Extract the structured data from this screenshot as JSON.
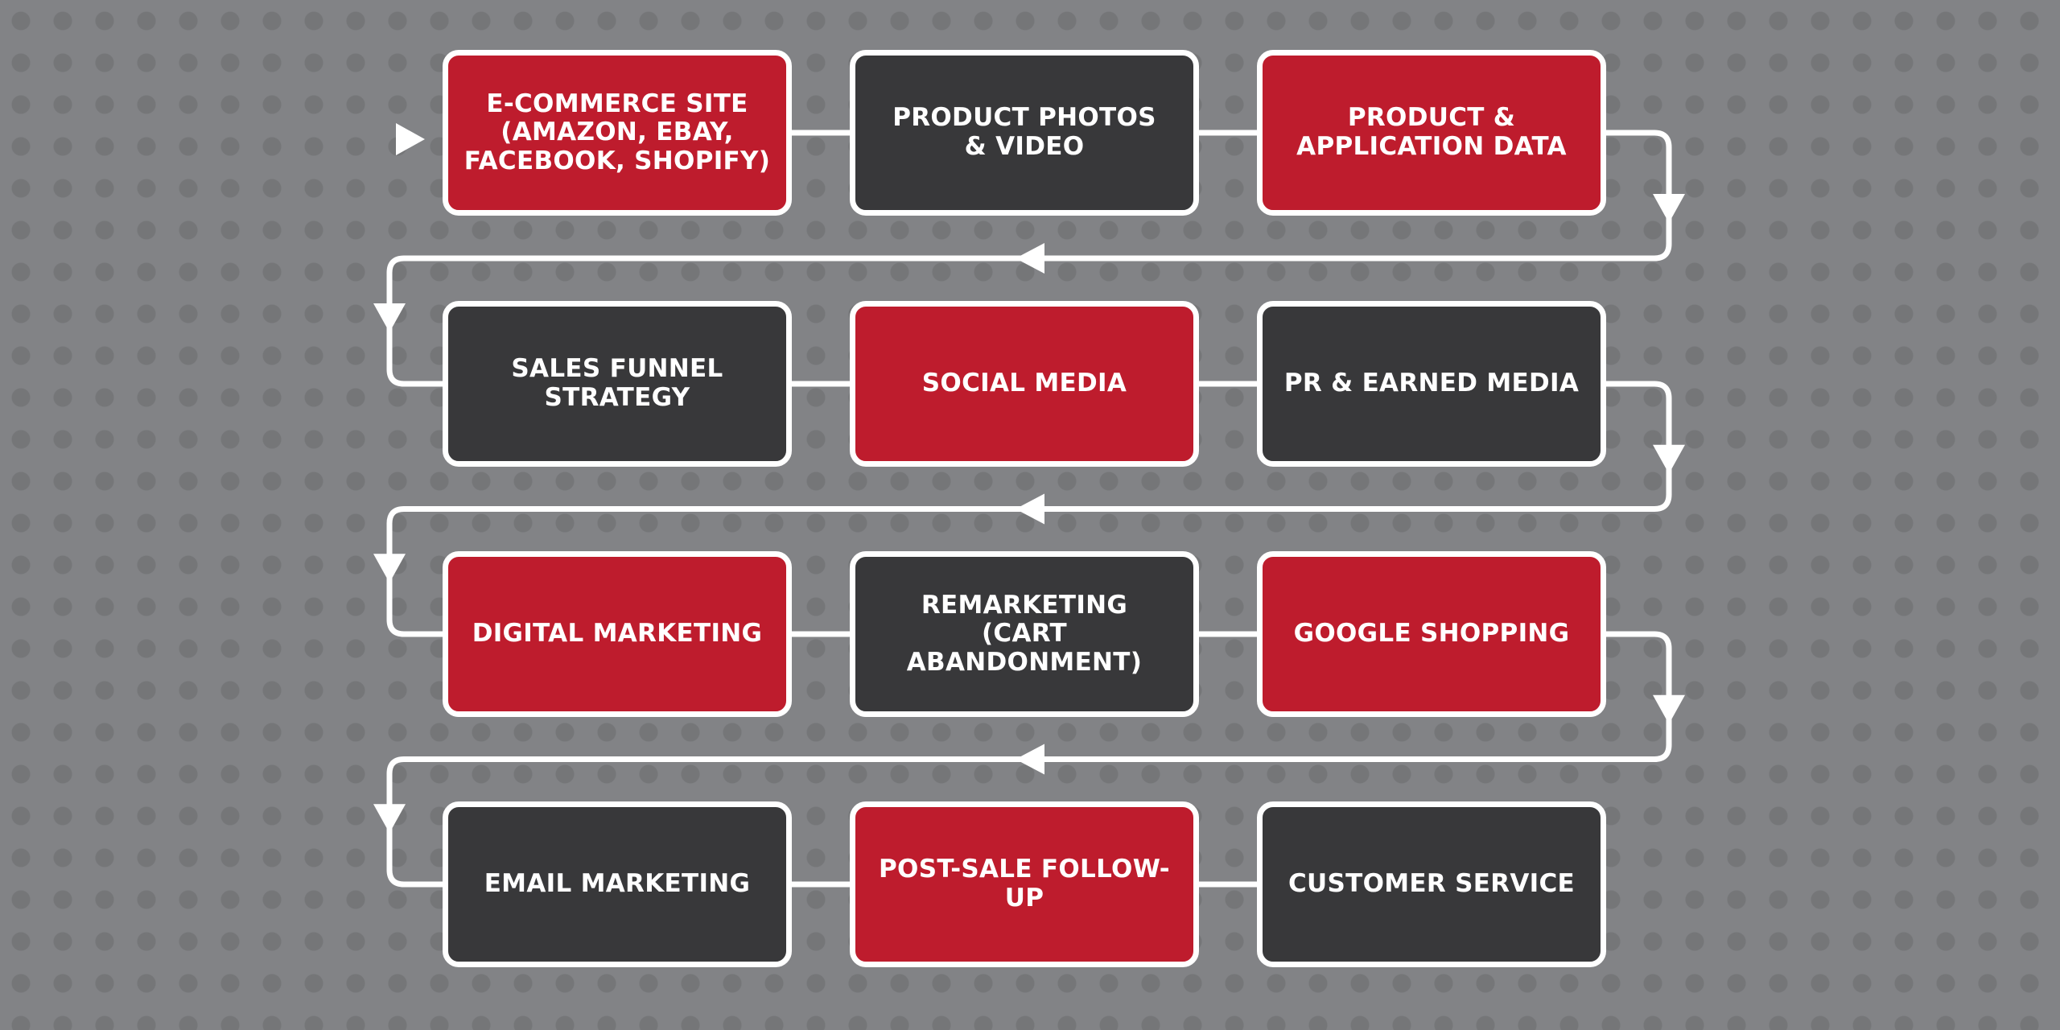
{
  "colors": {
    "background": "#828386",
    "red": "#be1c2d",
    "dark": "#38383a",
    "line": "#ffffff",
    "text": "#ffffff"
  },
  "flow": {
    "rows": [
      {
        "direction": "left-to-right",
        "steps": [
          {
            "label": "E-COMMERCE SITE\n(AMAZON, EBAY,\nFACEBOOK, SHOPIFY)",
            "color": "red"
          },
          {
            "label": "PRODUCT PHOTOS\n& VIDEO",
            "color": "dark"
          },
          {
            "label": "PRODUCT &\nAPPLICATION DATA",
            "color": "red"
          }
        ]
      },
      {
        "direction": "left-to-right",
        "steps": [
          {
            "label": "SALES FUNNEL\nSTRATEGY",
            "color": "dark"
          },
          {
            "label": "SOCIAL MEDIA",
            "color": "red"
          },
          {
            "label": "PR & EARNED MEDIA",
            "color": "dark"
          }
        ]
      },
      {
        "direction": "left-to-right",
        "steps": [
          {
            "label": "DIGITAL MARKETING",
            "color": "red"
          },
          {
            "label": "REMARKETING\n(CART ABANDONMENT)",
            "color": "dark"
          },
          {
            "label": "GOOGLE SHOPPING",
            "color": "red"
          }
        ]
      },
      {
        "direction": "left-to-right",
        "steps": [
          {
            "label": "EMAIL MARKETING",
            "color": "dark"
          },
          {
            "label": "POST-SALE FOLLOW-UP",
            "color": "red"
          },
          {
            "label": "CUSTOMER SERVICE",
            "color": "dark"
          }
        ]
      }
    ]
  }
}
